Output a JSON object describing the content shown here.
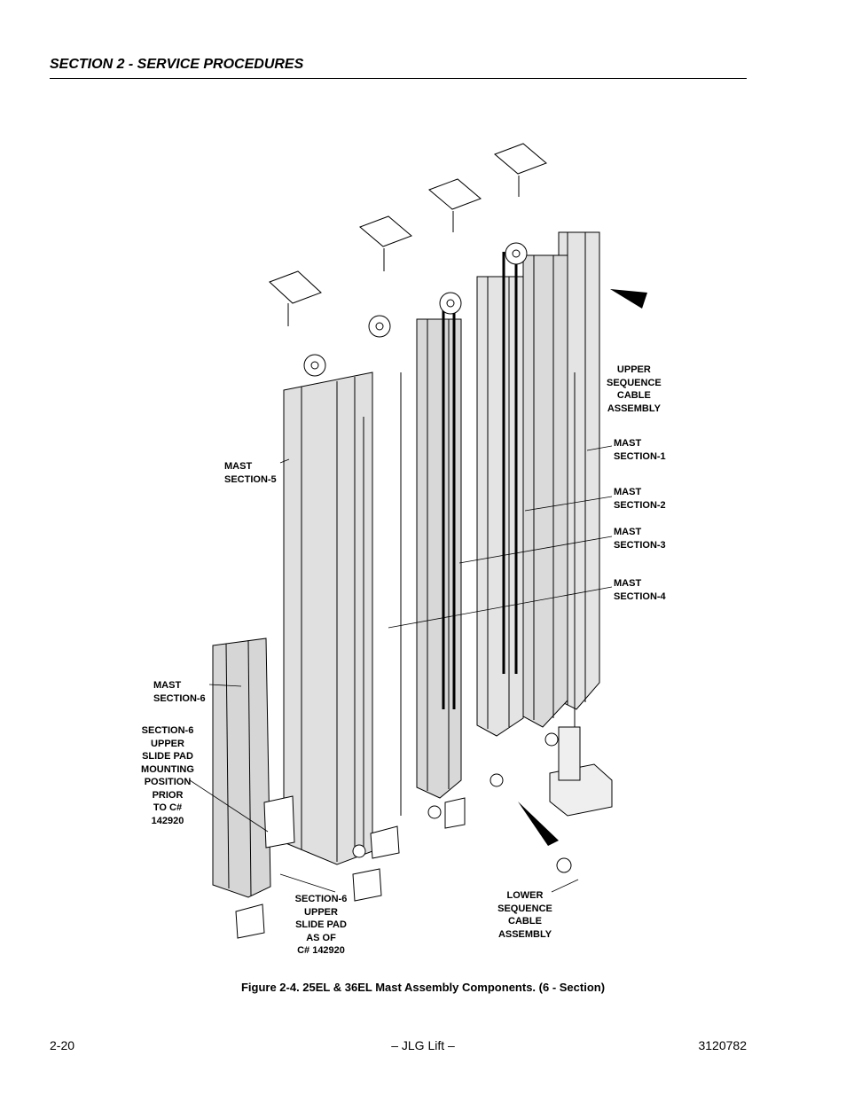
{
  "header": {
    "section_title": "SECTION 2 - SERVICE PROCEDURES"
  },
  "figure": {
    "caption": "Figure 2-4.  25EL & 36EL Mast Assembly Components. (6 - Section)",
    "callouts": {
      "upper_sequence": [
        "UPPER",
        "SEQUENCE",
        "CABLE",
        "ASSEMBLY"
      ],
      "mast_section_1": [
        "MAST",
        "SECTION-1"
      ],
      "mast_section_2": [
        "MAST",
        "SECTION-2"
      ],
      "mast_section_3": [
        "MAST",
        "SECTION-3"
      ],
      "mast_section_4": [
        "MAST",
        "SECTION-4"
      ],
      "mast_section_5": [
        "MAST",
        "SECTION-5"
      ],
      "mast_section_6": [
        "MAST",
        "SECTION-6"
      ],
      "slide_pad_prior": [
        "SECTION-6",
        "UPPER",
        "SLIDE PAD",
        "MOUNTING",
        "POSITION",
        "PRIOR",
        "TO C#",
        "142920"
      ],
      "slide_pad_asof": [
        "SECTION-6",
        "UPPER",
        "SLIDE PAD",
        "AS OF",
        "C# 142920"
      ],
      "lower_sequence": [
        "LOWER",
        "SEQUENCE",
        "CABLE",
        "ASSEMBLY"
      ]
    }
  },
  "footer": {
    "page_number": "2-20",
    "center_text": "– JLG Lift –",
    "doc_number": "3120782"
  }
}
